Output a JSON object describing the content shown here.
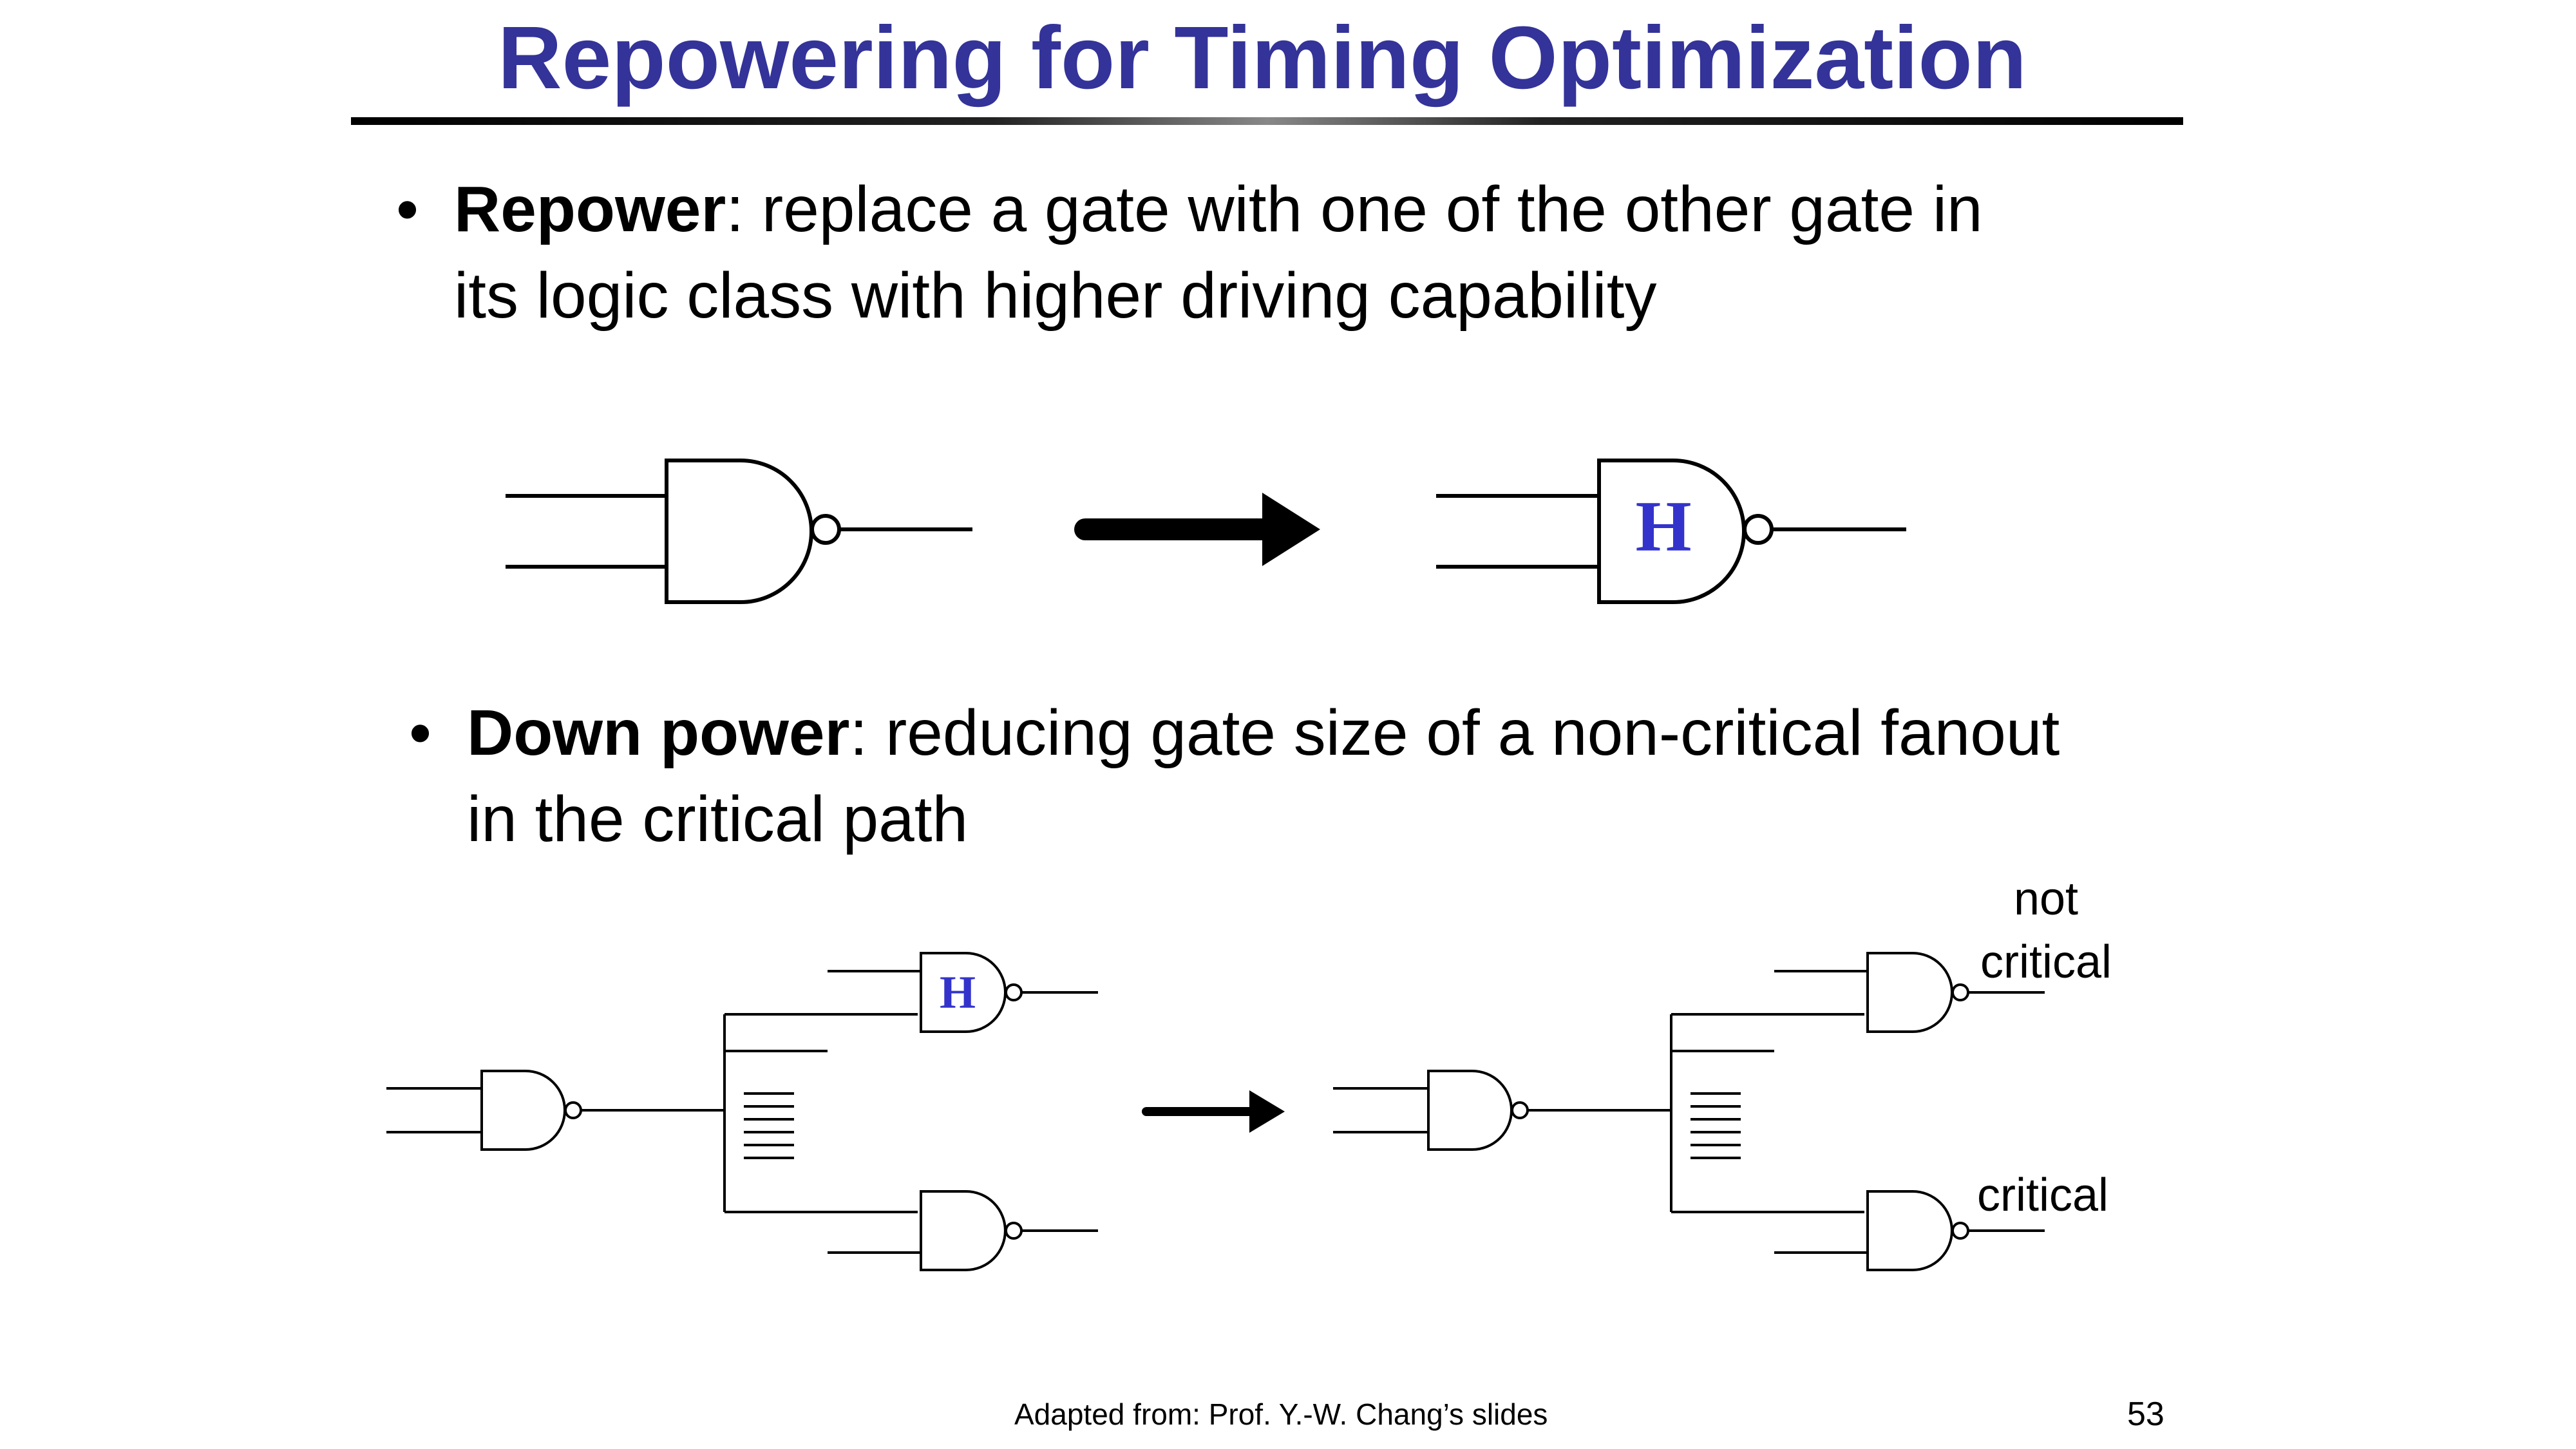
{
  "slide": {
    "title": "Repowering for Timing Optimization",
    "page_number": "53",
    "footer": "Adapted from: Prof. Y.-W. Chang’s slides"
  },
  "bullets": [
    {
      "term": "Repower",
      "line1_rest": ": replace a gate with one of the other gate in",
      "line2": "its logic class with higher driving capability"
    },
    {
      "term": "Down power",
      "line1_rest": ": reducing gate size of a non-critical fanout",
      "line2": "in the critical path"
    }
  ],
  "diagram": {
    "high_drive_gate_label": "H",
    "label_not": "not",
    "label_critical_top": "critical",
    "label_critical_bottom": "critical",
    "colors": {
      "line": "#000000",
      "gate_label": "#3333cc"
    }
  }
}
